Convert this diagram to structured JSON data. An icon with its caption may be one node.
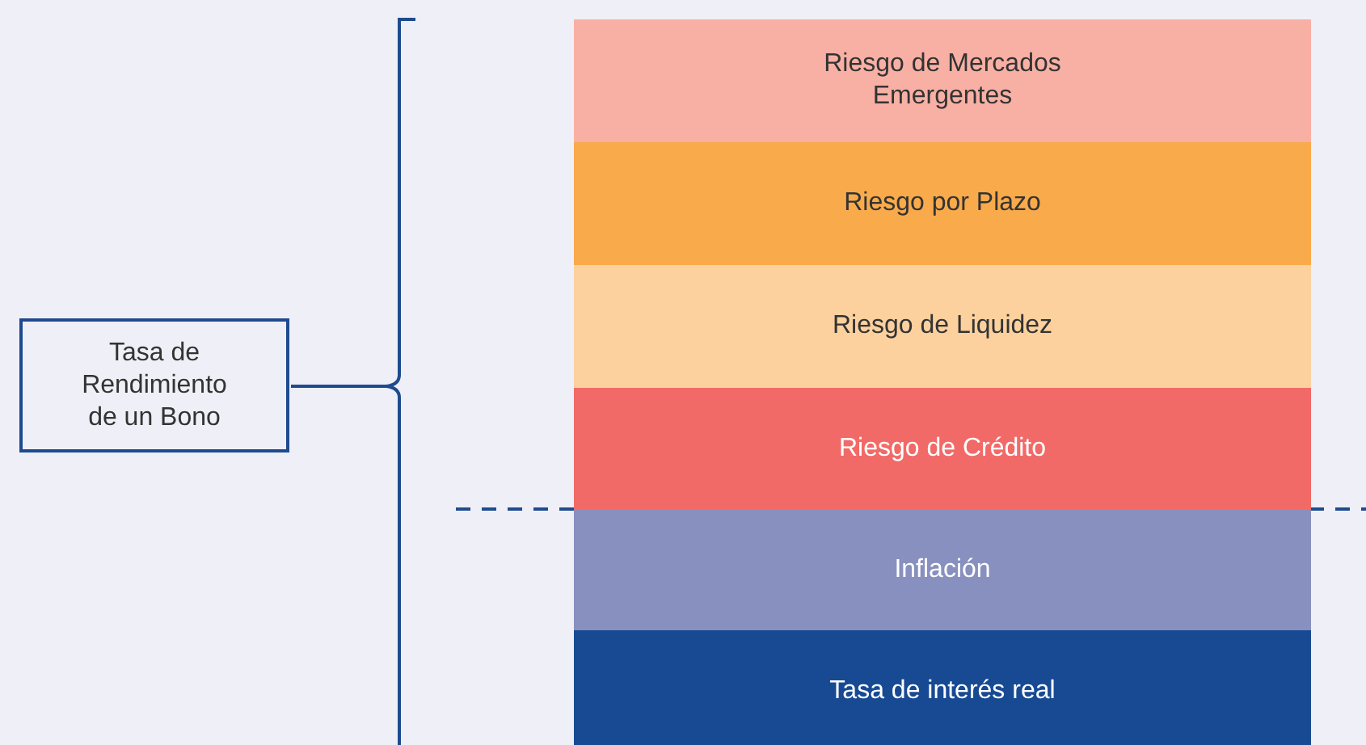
{
  "diagram": {
    "nodes": [
      {
        "text": [
          "Tasa de Rendimiento de un Bono"
        ]
      },
      {
        "text": [
          "Riesgo de Mercados Emergentes"
        ]
      },
      {
        "text": [
          "Riesgo por Plazo"
        ]
      },
      {
        "text": [
          "Riesgo de Liquidez"
        ]
      },
      {
        "text": [
          "Riesgo de Crédito"
        ]
      },
      {
        "text": [
          "Inflación"
        ]
      },
      {
        "text": [
          "Tasa de interés real"
        ]
      }
    ]
  }
}
